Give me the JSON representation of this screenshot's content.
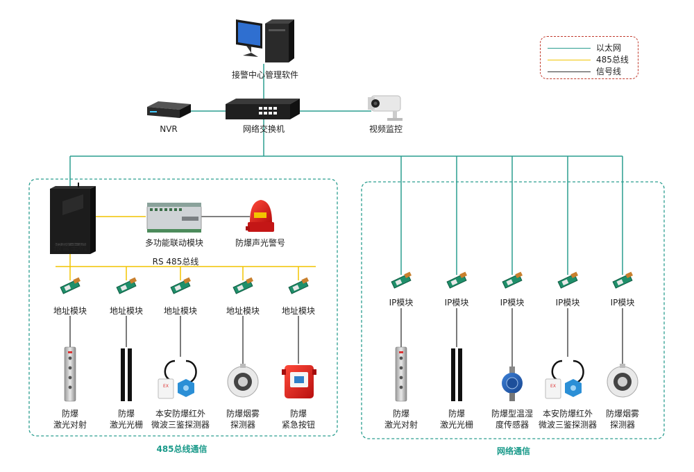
{
  "legend": {
    "items": [
      {
        "label": "以太网",
        "color": "#2a9d8f"
      },
      {
        "label": "485总线",
        "color": "#f2c400"
      },
      {
        "label": "信号线",
        "color": "#333333"
      }
    ]
  },
  "top": {
    "software_label": "接警中心管理软件",
    "nvr_label": "NVR",
    "switch_label": "网络交换机",
    "camera_label": "视频监控"
  },
  "group_485": {
    "title": "485总线通信",
    "host_label": "报警主机",
    "linkage_label": "多功能联动模块",
    "alarm_label": "防爆声光警号",
    "bus_label": "RS 485总线",
    "address_modules": [
      "地址模块",
      "地址模块",
      "地址模块",
      "地址模块",
      "地址模块"
    ],
    "devices": [
      "防爆\n激光对射",
      "防爆\n激光光栅",
      "本安防爆红外\n微波三鉴探测器",
      "防爆烟雾\n探测器",
      "防爆\n紧急按钮"
    ]
  },
  "group_net": {
    "title": "网络通信",
    "ip_modules": [
      "IP模块",
      "IP模块",
      "IP模块",
      "IP模块",
      "IP模块"
    ],
    "devices": [
      "防爆\n激光对射",
      "防爆\n激光光栅",
      "防爆型温湿\n度传感器",
      "本安防爆红外\n微波三鉴探测器",
      "防爆烟雾\n探测器"
    ]
  }
}
